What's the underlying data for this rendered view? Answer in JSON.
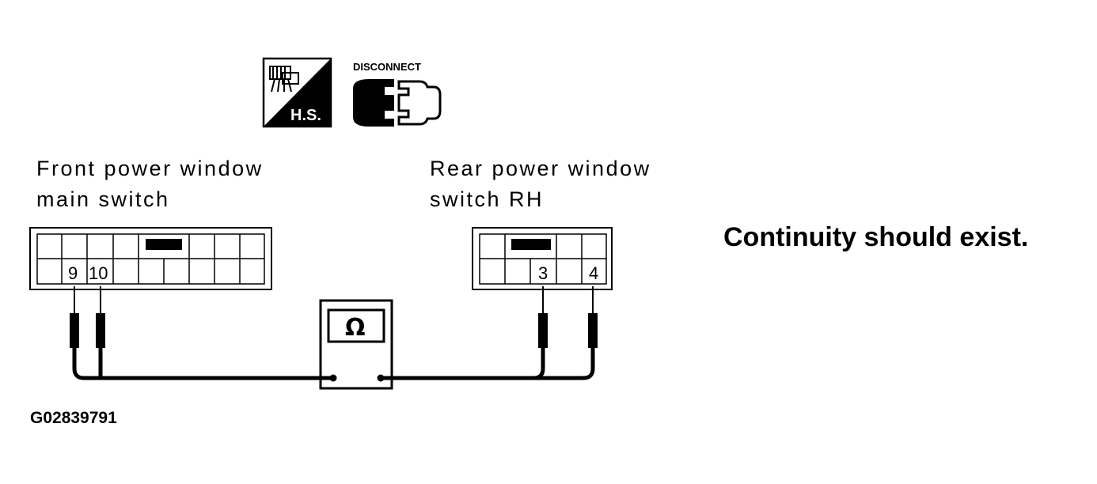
{
  "icons": {
    "harness_side": {
      "name": "harness-side-icon",
      "label": "H.S."
    },
    "disconnect": {
      "name": "disconnect-icon",
      "label": "DISCONNECT"
    }
  },
  "front_switch": {
    "label_line1": "Front power window",
    "label_line2": "main switch",
    "pins": [
      "9",
      "10"
    ]
  },
  "rear_switch": {
    "label_line1": "Rear power window",
    "label_line2": "switch RH",
    "pins": [
      "3",
      "4"
    ]
  },
  "meter": {
    "name": "ohmmeter",
    "symbol": "Ω"
  },
  "note": "Continuity should exist.",
  "figure_code": "G02839791"
}
